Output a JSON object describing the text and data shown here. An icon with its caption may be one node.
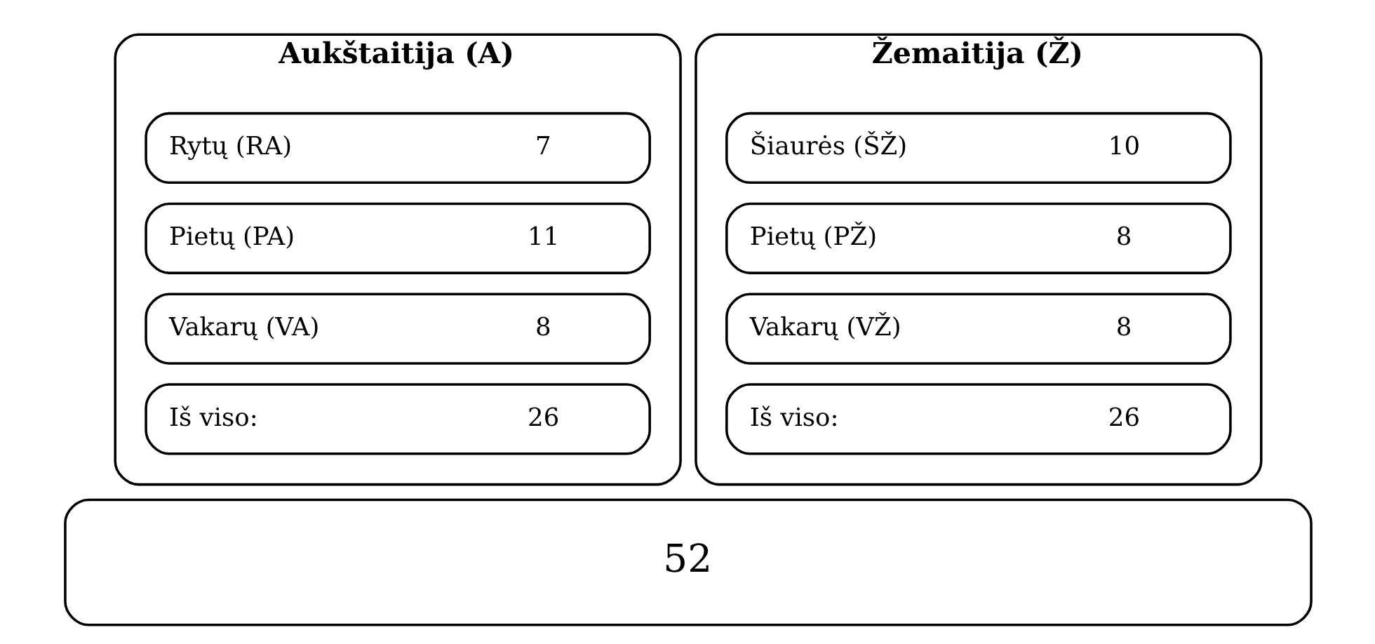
{
  "diagram": {
    "nodes": [
      {
        "text": [
          "Aukštaitija (A)"
        ]
      },
      {
        "text": [
          "Rytų (RA)",
          "7"
        ],
        "in": 0
      },
      {
        "text": [
          "Pietų (PA)",
          "11"
        ],
        "in": 0
      },
      {
        "text": [
          "Vakarų (VA)",
          "8"
        ],
        "in": 0
      },
      {
        "text": [
          "Iš viso:",
          "26"
        ],
        "in": 0
      },
      {
        "text": [
          "Žemaitija (Ž)"
        ]
      },
      {
        "text": [
          "Šiaurės (ŠŽ)",
          "10"
        ],
        "in": 5
      },
      {
        "text": [
          "Pietų (PŽ)",
          "8"
        ],
        "in": 5
      },
      {
        "text": [
          "Vakarų (VŽ)",
          "8"
        ],
        "in": 5
      },
      {
        "text": [
          "Iš viso:",
          "26"
        ],
        "in": 5
      },
      {
        "text": [
          "52"
        ]
      }
    ]
  }
}
